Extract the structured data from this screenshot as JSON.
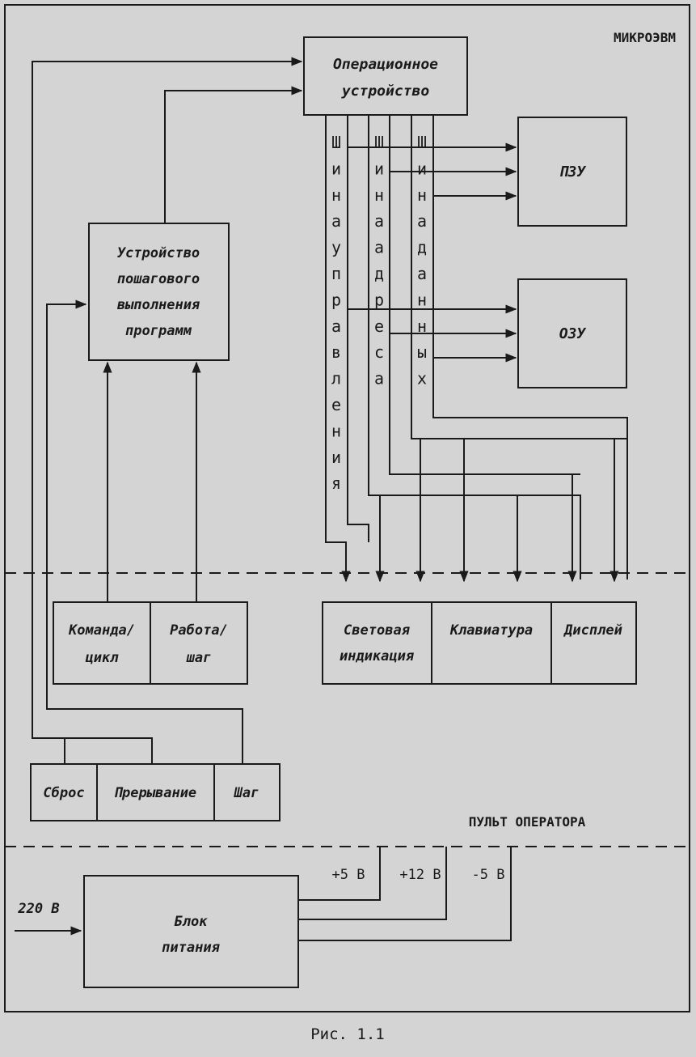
{
  "diagram": {
    "corner_label": "МИКРОЭВМ",
    "blocks": {
      "cpu": [
        "Операционное",
        "устройство"
      ],
      "rom": "ПЗУ",
      "ram": "ОЗУ",
      "step": [
        "Устройство",
        "пошагового",
        "выполнения",
        "программ"
      ],
      "light": [
        "Световая",
        "индикация"
      ],
      "keyboard": "Клавиатура",
      "display": "Дисплей",
      "cmd": [
        "Команда/",
        "цикл"
      ],
      "work": [
        "Работа/",
        "шаг"
      ],
      "reset": "Сброс",
      "interrupt": "Прерывание",
      "stepkey": "Шаг",
      "psu": [
        "Блок",
        "питания"
      ]
    },
    "buses": {
      "control": [
        "Ш",
        "и",
        "н",
        "а",
        "у",
        "п",
        "р",
        "а",
        "в",
        "л",
        "е",
        "н",
        "и",
        "я"
      ],
      "address": [
        "Ш",
        "и",
        "н",
        "а",
        "а",
        "д",
        "р",
        "е",
        "с",
        "а"
      ],
      "data": [
        "Ш",
        "и",
        "н",
        "а",
        "д",
        "а",
        "н",
        "н",
        "ы",
        "х"
      ]
    },
    "console_label": "ПУЛЬТ  ОПЕРАТОРА",
    "input_voltage": "220 В",
    "outputs": [
      "+5 В",
      "+12 В",
      "-5 В"
    ],
    "figure_caption": "Рис. 1.1"
  }
}
